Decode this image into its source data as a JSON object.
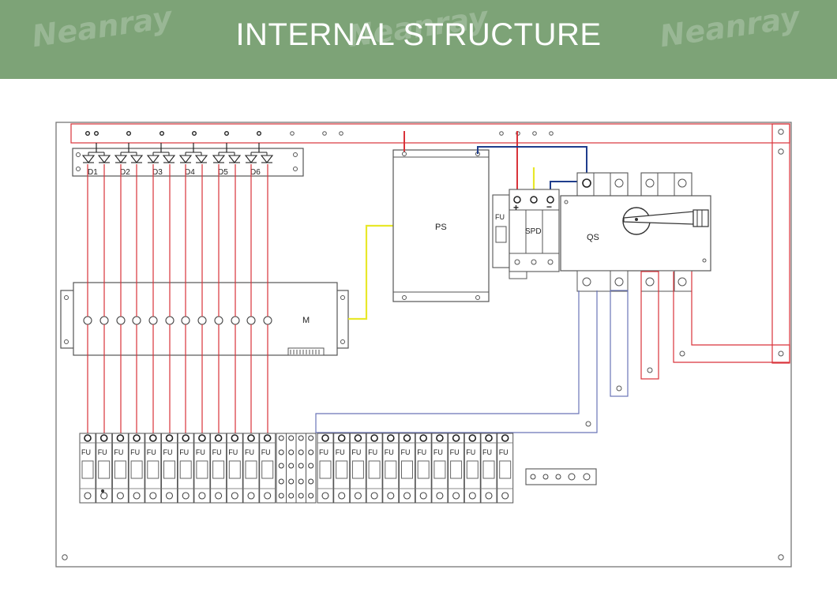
{
  "header": {
    "title": "INTERNAL STRUCTURE",
    "background": "#7da377",
    "watermark": "Neanray"
  },
  "diagram": {
    "diode_labels": [
      "D1",
      "D2",
      "D3",
      "D4",
      "D5",
      "D6"
    ],
    "power_supply_label": "PS",
    "spd_label": "SPD",
    "switch_label": "QS",
    "monitor_label": "M",
    "fuse_label": "FU",
    "plus_sign": "+",
    "minus_sign": "−",
    "colors": {
      "wire_red": "#d9333a",
      "wire_blue": "#1f3d8c",
      "wire_yellow": "#e8e82a",
      "busbar_blue": "#6a74b8",
      "outline": "#555555"
    }
  }
}
